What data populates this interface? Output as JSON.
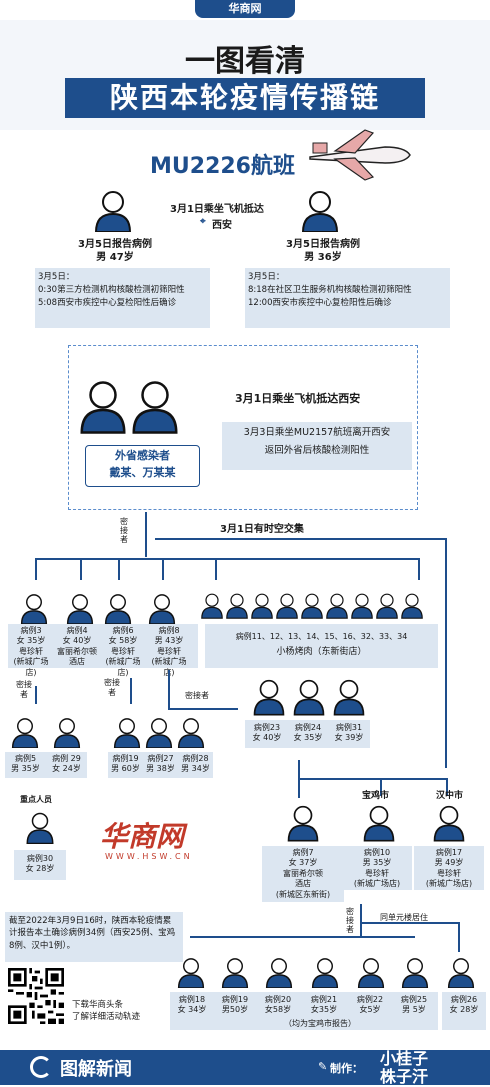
{
  "header": {
    "logo_text": "华商网",
    "title_line1": "一图看清",
    "title_line2": "陕西本轮疫情传播链"
  },
  "flight": {
    "code": "MU2226航班",
    "arrival": "3月1日乘坐飞机抵达",
    "location": "西安"
  },
  "case_a": {
    "title": "3月5日报告病例",
    "gender_age": "男 47岁",
    "date": "3月5日：",
    "event1": "0:30第三方检测机构核酸检测初筛阳性",
    "event2": "5:08西安市疾控中心复检阳性后确诊"
  },
  "case_b": {
    "title": "3月5日报告病例",
    "gender_age": "男 36岁",
    "date": "3月5日：",
    "event1": "8:18在社区卫生服务机构核酸检测初筛阳性",
    "event2": "12:00西安市疾控中心复检阳性后确诊"
  },
  "outside": {
    "label": "外省感染者",
    "names": "戴某、万某某",
    "arrival": "3月1日乘坐飞机抵达西安",
    "leave": "3月3日乘坐MU2157航班离开西安",
    "result": "返回外省后核酸检测阳性"
  },
  "contact_label": "密接者",
  "same_time": "3月1日有时空交集",
  "cases_row1": [
    {
      "label": "病例3\n女 35岁\n粤珍轩\n(新城广场店)"
    },
    {
      "label": "病例4\n女 40岁\n富丽希尔顿\n酒店"
    },
    {
      "label": "病例6\n女 58岁\n粤珍轩\n(新城广场店)"
    },
    {
      "label": "病例8\n男 43岁\n粤珍轩\n(新城广场店)"
    }
  ],
  "group_cases": {
    "list": "病例11、12、13、14、15、16、32、33、34",
    "place": "小杨烤肉（东新街店）"
  },
  "row2_left": [
    {
      "label": "病例5\n男 35岁"
    },
    {
      "label": "病例 29\n女 24岁"
    }
  ],
  "row2_mid": [
    {
      "label": "病例19\n男 60岁"
    },
    {
      "label": "病例27\n男 38岁"
    },
    {
      "label": "病例28\n男 34岁"
    }
  ],
  "row2_right": [
    {
      "label": "病例23\n女 40岁"
    },
    {
      "label": "病例24\n女 35岁"
    },
    {
      "label": "病例31\n女 39岁"
    }
  ],
  "key_person": "重点人员",
  "case30": "病例30\n女 28岁",
  "watermark": {
    "name": "华商网",
    "url": "WWW.HSW.CN"
  },
  "cities": {
    "baoji": "宝鸡市",
    "hanzhong": "汉中市"
  },
  "case7": "病例7\n女 37岁\n富丽希尔顿\n酒店\n(新城区东新街)",
  "case10": "病例10\n男 35岁\n粤珍轩\n(新城广场店)",
  "case17": "病例17\n男 49岁\n粤珍轩\n(新城广场店)",
  "summary": "截至2022年3月9日16时，陕西本轮疫情累计报告本土确诊病例34例（西安25例、宝鸡8例、汉中1例）。",
  "same_building": "同单元楼居住",
  "bottom_row": [
    {
      "label": "病例18\n女 34岁"
    },
    {
      "label": "病例19\n男50岁"
    },
    {
      "label": "病例20\n女58岁"
    },
    {
      "label": "病例21\n女35岁"
    },
    {
      "label": "病例22\n女5岁"
    },
    {
      "label": "病例25\n男 5岁"
    },
    {
      "label": "病例26\n女 28岁"
    }
  ],
  "bottom_note": "（均为宝鸡市报告）",
  "qr": {
    "line1": "下载华商头条",
    "line2": "了解详细活动轨迹"
  },
  "footer": {
    "brand": "图解新闻",
    "maker_label": "制作：",
    "maker1": "小桂子",
    "maker2": "株子汗"
  }
}
